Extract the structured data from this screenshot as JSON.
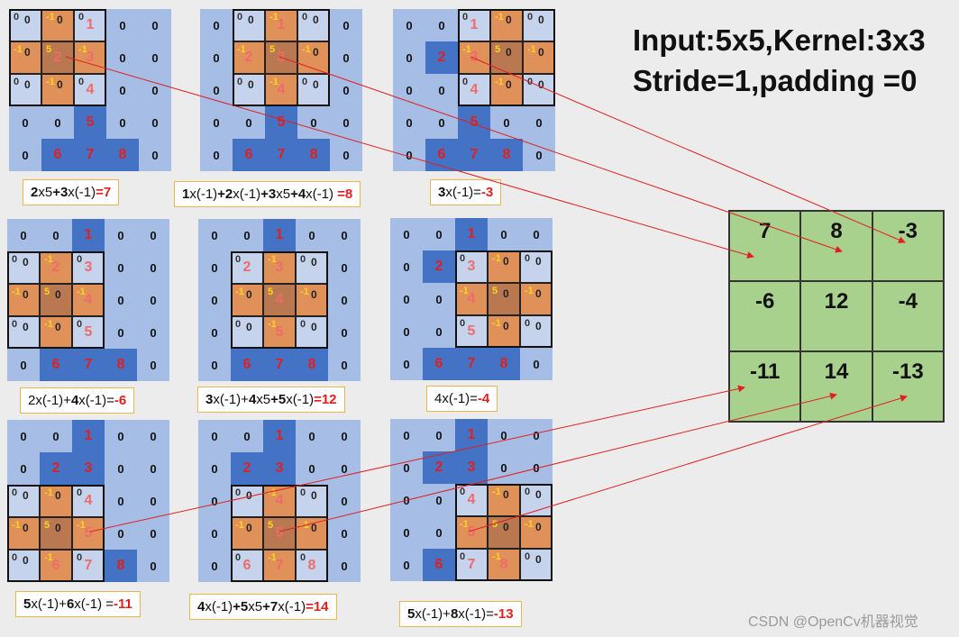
{
  "title": {
    "line1": "Input:5x5,Kernel:3x3",
    "line2": "Stride=1,padding =0"
  },
  "input": [
    [
      "0",
      "0",
      "1",
      "0",
      "0"
    ],
    [
      "0",
      "2",
      "3",
      "0",
      "0"
    ],
    [
      "0",
      "0",
      "4",
      "0",
      "0"
    ],
    [
      "0",
      "0",
      "5",
      "0",
      "0"
    ],
    [
      "0",
      "6",
      "7",
      "8",
      "0"
    ]
  ],
  "kernel": [
    [
      "0",
      "-1",
      "0"
    ],
    [
      "-1",
      "5",
      "-1"
    ],
    [
      "0",
      "-1",
      "0"
    ]
  ],
  "steps": [
    {
      "formula": [
        [
          "2",
          "b"
        ],
        [
          "x5",
          ""
        ],
        [
          "+3",
          "b"
        ],
        [
          "x(-1)",
          ""
        ],
        [
          "=7",
          "r"
        ]
      ]
    },
    {
      "formula": [
        [
          "1",
          "b"
        ],
        [
          "x(-1)",
          ""
        ],
        [
          "+2",
          "b"
        ],
        [
          "x(-1)",
          ""
        ],
        [
          "+3",
          "b"
        ],
        [
          "x5",
          ""
        ],
        [
          "+4",
          "b"
        ],
        [
          "x(-1) ",
          ""
        ],
        [
          "=8",
          "r"
        ]
      ]
    },
    {
      "formula": [
        [
          "3",
          "b"
        ],
        [
          "x(-1)=",
          ""
        ],
        [
          "-3",
          "r"
        ]
      ]
    },
    {
      "formula": [
        [
          "2x(-1)+",
          ""
        ],
        [
          "4",
          "b"
        ],
        [
          "x(-1)=",
          ""
        ],
        [
          "-6",
          "r"
        ]
      ]
    },
    {
      "formula": [
        [
          "3",
          "b"
        ],
        [
          "x(-1)+",
          ""
        ],
        [
          "4",
          "b"
        ],
        [
          "x5",
          ""
        ],
        [
          "+5",
          "b"
        ],
        [
          "x(-1)",
          ""
        ],
        [
          "=12",
          "r"
        ]
      ]
    },
    {
      "formula": [
        [
          "4x(-1)=",
          ""
        ],
        [
          "-4",
          "r"
        ]
      ]
    },
    {
      "formula": [
        [
          "5",
          "b"
        ],
        [
          "x(-1)+",
          ""
        ],
        [
          "6",
          "b"
        ],
        [
          "x(-1) =",
          ""
        ],
        [
          "-11",
          "r"
        ]
      ]
    },
    {
      "formula": [
        [
          "4",
          "b"
        ],
        [
          "x(-1)",
          ""
        ],
        [
          "+5",
          "b"
        ],
        [
          "x5",
          ""
        ],
        [
          "+7",
          "b"
        ],
        [
          "x(-1)",
          ""
        ],
        [
          "=14",
          "r"
        ]
      ]
    },
    {
      "formula": [
        [
          "5",
          "b"
        ],
        [
          "x(-1)+",
          ""
        ],
        [
          "8",
          "b"
        ],
        [
          "x(-1)=",
          ""
        ],
        [
          "-13",
          "r"
        ]
      ]
    }
  ],
  "output": [
    "7",
    "8",
    "-3",
    "-6",
    "12",
    "-4",
    "-11",
    "14",
    "-13"
  ],
  "watermark": "CSDN @OpenCv机器视觉",
  "colors": {
    "input_cell": "#4472c4",
    "zero_cell": "#a6bde6",
    "kernel_center": "#e0915a",
    "kernel_corner": "#c6d3ec",
    "output": "#a9d18e",
    "result": "#e02020"
  }
}
